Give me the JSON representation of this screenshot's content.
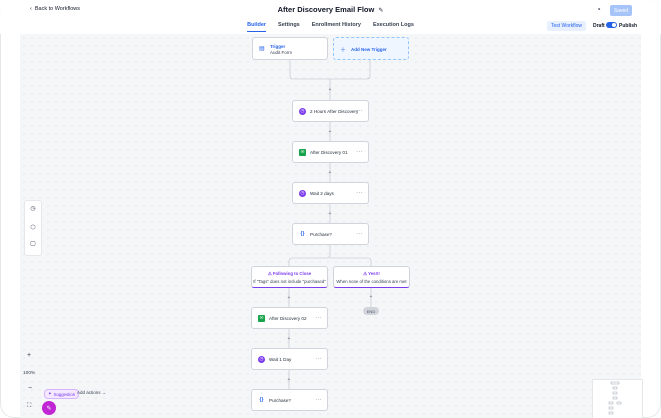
{
  "header": {
    "back_label": "Back to Workflows",
    "title": "After Discovery Email Flow",
    "saved_label": "Saved"
  },
  "tabs": [
    {
      "label": "Builder",
      "active": true
    },
    {
      "label": "Settings",
      "active": false
    },
    {
      "label": "Enrollment History",
      "active": false
    },
    {
      "label": "Execution Logs",
      "active": false
    }
  ],
  "actions": {
    "test_workflow": "Test Workflow",
    "draft": "Draft",
    "publish": "Publish"
  },
  "trigger": {
    "title": "Trigger",
    "subtitle": "Audit Form",
    "add_new": "Add New Trigger"
  },
  "nodes": {
    "wait_2h": "2 Hours After Discovery",
    "email_01": "After Discovery 01",
    "wait_2d": "Wait 2 days",
    "cond_1": "Purchase?",
    "email_02": "After Discovery 02",
    "wait_1d": "Wait 1 Day",
    "cond_2": "Purchase?"
  },
  "branches": {
    "yes_title": "Following to Close",
    "yes_desc": "If \"Tags\" does not include \"purchased\"",
    "no_title": "Yes!!!",
    "no_desc": "When none of the conditions are met",
    "end": "END"
  },
  "bottom": {
    "zoom": "100%",
    "suggestion": "Suggestion",
    "add_actions": "Add actions"
  },
  "colors": {
    "accent": "#2563eb",
    "purple": "#7c3aed",
    "green": "#16a34a",
    "magenta": "#c026d3"
  }
}
